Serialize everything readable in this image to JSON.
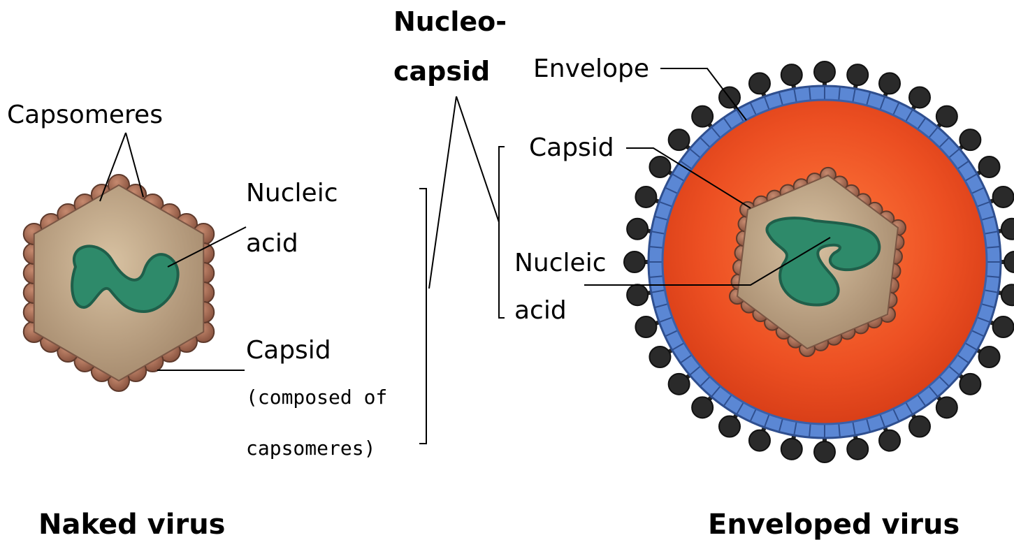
{
  "naked": {
    "capsomeres": "Capsomeres",
    "nucleic_1": "Nucleic",
    "nucleic_2": "acid",
    "capsid": "Capsid",
    "capsid_note_1": "(composed of",
    "capsid_note_2": "capsomeres)",
    "title": "Naked virus"
  },
  "nucleocapsid": {
    "line1": "Nucleo-",
    "line2": "capsid"
  },
  "enveloped": {
    "envelope": "Envelope",
    "capsid": "Capsid",
    "nucleic_1": "Nucleic",
    "nucleic_2": "acid",
    "title": "Enveloped virus"
  },
  "colors": {
    "capsomere": "#a0664f",
    "capsid_fill": "#b9a083",
    "nucleic_acid": "#2e8a6a",
    "envelope_ring": "#5b87d4",
    "spike": "#222222",
    "matrix": "#e84b24"
  }
}
